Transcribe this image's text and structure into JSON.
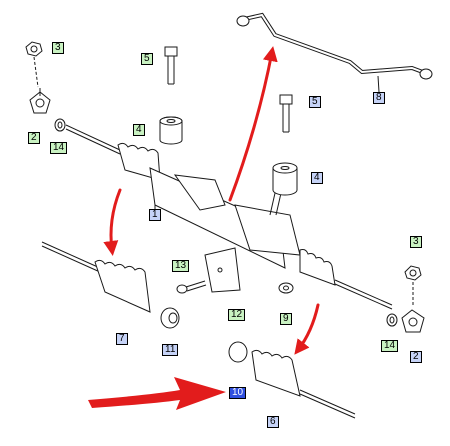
{
  "diagram": {
    "colors": {
      "green_callout": "#c9f2c2",
      "blue_callout": "#c6d3f7",
      "highlight_callout": "#3050e0",
      "arrow_red": "#e21c1c",
      "line": "#1a1a1a"
    },
    "callouts": [
      {
        "id": "c3-top-left",
        "label": "3",
        "style": "green"
      },
      {
        "id": "c2-left",
        "label": "2",
        "style": "green"
      },
      {
        "id": "c14-left",
        "label": "14",
        "style": "green"
      },
      {
        "id": "c5-top",
        "label": "5",
        "style": "green"
      },
      {
        "id": "c4-top",
        "label": "4",
        "style": "green"
      },
      {
        "id": "c1",
        "label": "1",
        "style": "blue"
      },
      {
        "id": "c8",
        "label": "8",
        "style": "blue"
      },
      {
        "id": "c5-right",
        "label": "5",
        "style": "blue"
      },
      {
        "id": "c4-right",
        "label": "4",
        "style": "blue"
      },
      {
        "id": "c13",
        "label": "13",
        "style": "green"
      },
      {
        "id": "c12",
        "label": "12",
        "style": "green"
      },
      {
        "id": "c9",
        "label": "9",
        "style": "green"
      },
      {
        "id": "c3-right",
        "label": "3",
        "style": "green"
      },
      {
        "id": "c14-right",
        "label": "14",
        "style": "green"
      },
      {
        "id": "c2-right",
        "label": "2",
        "style": "blue"
      },
      {
        "id": "c7",
        "label": "7",
        "style": "blue"
      },
      {
        "id": "c11",
        "label": "11",
        "style": "blue"
      },
      {
        "id": "c10",
        "label": "10",
        "style": "blue-hl"
      },
      {
        "id": "c6",
        "label": "6",
        "style": "blue"
      }
    ]
  }
}
